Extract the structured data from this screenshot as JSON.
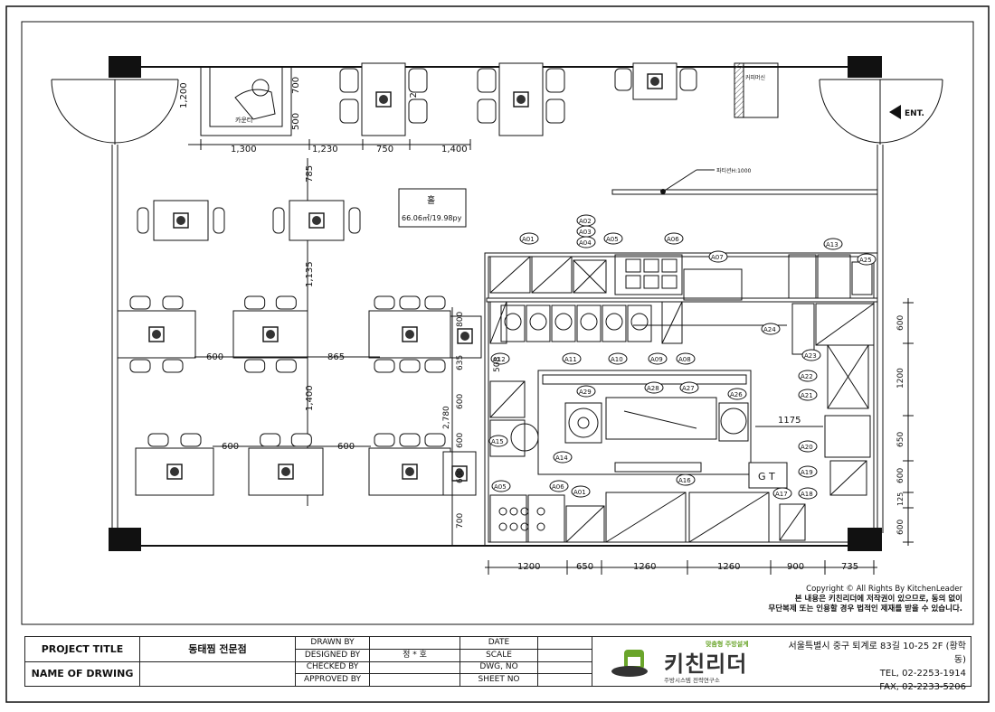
{
  "drawing": {
    "dimensions_top": [
      "1,300",
      "1,230",
      "750",
      "1,400"
    ],
    "dimensions_left_vertical": [
      "1,200"
    ],
    "dim_700": "700",
    "dim_500": "500",
    "dim_1200_v": "1,200",
    "dim_785": "785",
    "dim_1135": "1,135",
    "dim_1400_v": "1,400",
    "dim_600_a": "600",
    "dim_865": "865",
    "dim_600_b": "600",
    "dim_600_c": "600",
    "dim_800": "800",
    "dim_635": "635",
    "dim_508": "508",
    "dim_600_v1": "600",
    "dim_2780": "2,780",
    "dim_600_v2": "600",
    "dim_600_v3": "600",
    "dim_700_v": "700",
    "dim_1175": "1175",
    "dims_bottom": [
      "1200",
      "650",
      "1260",
      "1260",
      "900",
      "735"
    ],
    "dims_right": [
      "600",
      "1200",
      "650",
      "600",
      "125",
      "600"
    ],
    "counter_label": "카운터",
    "cooker_label": "커피머신",
    "partition_label": "파티션H:1000",
    "hall_title": "홀",
    "hall_area": "66.06㎡/19.98py",
    "entrance_label": "ENT.",
    "tags": [
      "A01",
      "A02",
      "A03",
      "A04",
      "A05",
      "A06",
      "A07",
      "A13",
      "A25",
      "A24",
      "A12",
      "A11",
      "A10",
      "A09",
      "A08",
      "A23",
      "A22",
      "A21",
      "A20",
      "A19",
      "A18",
      "A17",
      "A16",
      "A15",
      "A14",
      "A29",
      "A28",
      "A27",
      "A26",
      "A05",
      "A06",
      "A01"
    ],
    "gt_label": "G T"
  },
  "copyright": {
    "line1": "Copyright © All Rights By KitchenLeader",
    "line2": "본 내용은 키친리더에 저작권이 있으므로, 동의 없이",
    "line3": "무단복제 또는 인용할 경우 법적인 제재를 받을 수 있습니다."
  },
  "title_block": {
    "project_title_label": "PROJECT TITLE",
    "project_title_value": "동태찜 전문점",
    "name_of_drawing_label": "NAME OF DRWING",
    "drawn_by": "DRAWN BY",
    "designed_by": "DESIGNED BY",
    "designed_by_value": "정 * 호",
    "checked_by": "CHECKED BY",
    "approved_by": "APPROVED BY",
    "date": "DATE",
    "scale": "SCALE",
    "dwg_no": "DWG, NO",
    "sheet_no": "SHEET NO"
  },
  "company": {
    "slogan": "맞춤형 주방설계",
    "name": "키친리더",
    "sub": "주방시스템 전략연구소",
    "address": "서울특별시 중구 퇴계로 83길 10-25 2F (황학동)",
    "tel": "TEL, 02-2253-1914",
    "fax": "FAX, 02-2233-5206"
  },
  "colors": {
    "line": "#111111",
    "logo_green": "#6aa52b",
    "logo_dark": "#333333",
    "hatch": "#555555"
  }
}
